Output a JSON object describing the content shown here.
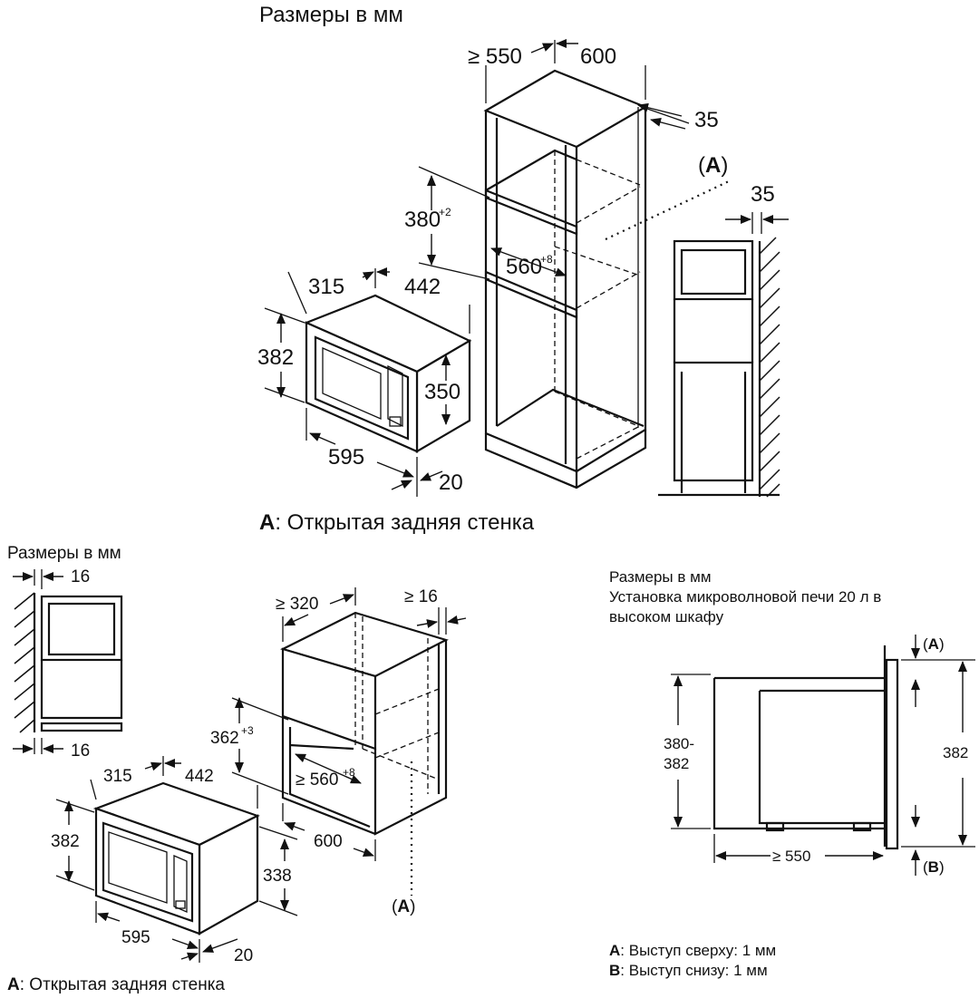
{
  "top": {
    "heading": "Размеры в мм",
    "dims": {
      "d550": "≥ 550",
      "d600": "600",
      "d35a": "35",
      "d35b": "35",
      "d380": "380",
      "d380sup": "+2",
      "d560": "560",
      "d560sup": "+8",
      "d315": "315",
      "d442": "442",
      "d382": "382",
      "d350": "350",
      "d595": "595",
      "d20": "20"
    },
    "marker_a": "A",
    "caption_key": "A",
    "caption_text": ": Открытая задняя стенка"
  },
  "bottom_left": {
    "heading": "Размеры в мм",
    "dims": {
      "d16a": "16",
      "d16b": "16",
      "d320": "≥ 320",
      "d16c": "≥ 16",
      "d362": "362",
      "d362sup": "+3",
      "d560": "≥ 560",
      "d560sup": "+8",
      "d315": "315",
      "d442": "442",
      "d382": "382",
      "d338": "338",
      "d600": "600",
      "d595": "595",
      "d20": "20"
    },
    "marker_a": "A",
    "caption_key": "A",
    "caption_text": ": Открытая задняя стенка"
  },
  "bottom_right": {
    "heading_line1": "Размеры в мм",
    "heading_line2": "Установка микроволновой печи 20 л в",
    "heading_line3": "высоком шкафу",
    "marker_a": "A",
    "marker_b": "B",
    "dims": {
      "d380_1": "380-",
      "d380_2": "382",
      "d382": "382",
      "d550": "≥ 550"
    },
    "note_a_key": "A",
    "note_a_text": ": Выступ сверху: 1 мм",
    "note_b_key": "B",
    "note_b_text": ": Выступ снизу: 1 мм"
  }
}
